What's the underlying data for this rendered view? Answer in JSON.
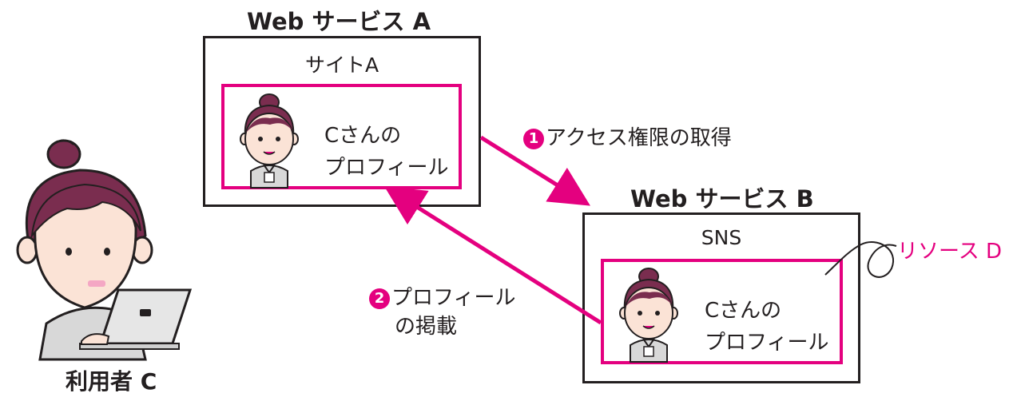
{
  "service_a": {
    "title": "Web サービス A",
    "site_label": "サイトA",
    "profile_line1": "Cさんの",
    "profile_line2": "プロフィール"
  },
  "service_b": {
    "title": "Web サービス B",
    "site_label": "SNS",
    "profile_line1": "Cさんの",
    "profile_line2": "プロフィール"
  },
  "steps": [
    {
      "num": "1",
      "text": "アクセス権限の取得"
    },
    {
      "num": "2",
      "text_line1": "プロフィール",
      "text_line2": "の掲載"
    }
  ],
  "resource_label": "リソース D",
  "user_label": "利用者 C",
  "colors": {
    "accent": "#e4007f",
    "ink": "#231f20",
    "hair": "#7a2d4f"
  }
}
